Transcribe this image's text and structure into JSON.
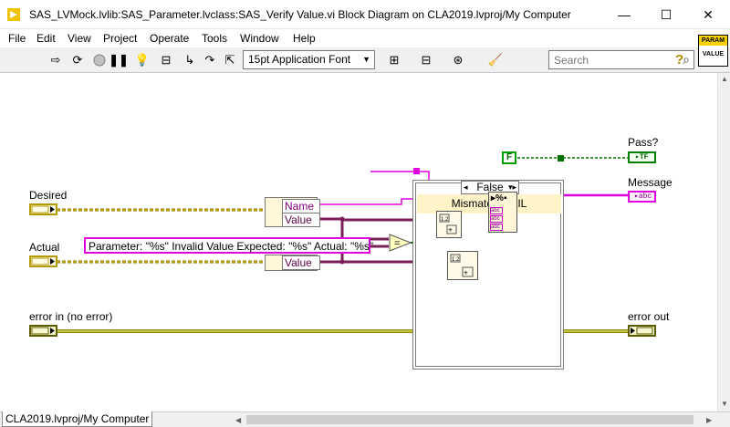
{
  "window": {
    "title": "SAS_LVMock.lvlib:SAS_Parameter.lvclass:SAS_Verify Value.vi Block Diagram on CLA2019.lvproj/My Computer",
    "minimize": "—",
    "maximize": "☐",
    "close": "✕"
  },
  "menu": {
    "items": [
      "File",
      "Edit",
      "View",
      "Project",
      "Operate",
      "Tools",
      "Window",
      "Help"
    ]
  },
  "toolbar": {
    "font": "15pt Application Font",
    "search_placeholder": "Search",
    "help": "?"
  },
  "connector_pane": {
    "top": "PARAM",
    "bottom": "VALUE"
  },
  "diagram": {
    "desired_label": "Desired",
    "actual_label": "Actual",
    "error_in_label": "error in (no error)",
    "error_out_label": "error out",
    "pass_label": "Pass?",
    "message_label": "Message",
    "format_string": "Parameter: \"%s\" Invalid Value Expected: \"%s\" Actual: \"%s\"",
    "unbundle_desired": [
      "Name",
      "Value"
    ],
    "unbundle_actual": [
      "Value"
    ],
    "case_selector": "False",
    "case_label": "Mismatch. FAIL",
    "false_constant": "F",
    "pass_terminal": "TF",
    "message_terminal": "abc",
    "format_node": "%",
    "format_inputs": [
      "abc",
      "abc",
      "abc"
    ]
  },
  "status": {
    "project_tab": "CLA2019.lvproj/My Computer"
  },
  "colors": {
    "cluster_wire": "#8a6d00",
    "string_wire": "#e000e0",
    "bool_wire": "#007000",
    "var_wire": "#7a1e5a",
    "error_wire": "#b8b000"
  }
}
